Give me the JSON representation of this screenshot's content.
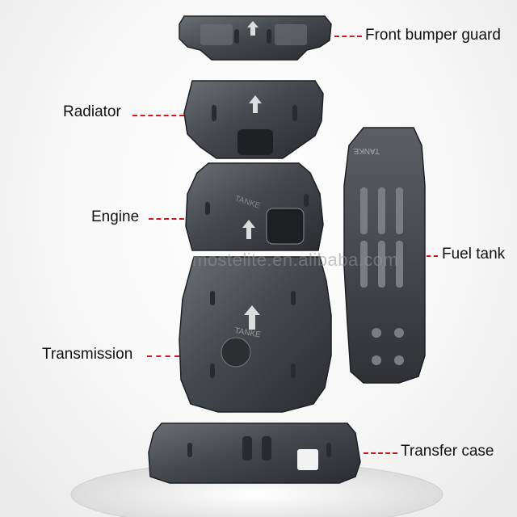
{
  "labels": {
    "front_bumper_guard": "Front bumper guard",
    "radiator": "Radiator",
    "engine": "Engine",
    "fuel_tank": "Fuel tank",
    "transmission": "Transmission",
    "transfer_case": "Transfer case"
  },
  "watermark": "mostelite.en.alibaba.com",
  "colors": {
    "label_text": "#111111",
    "leader_line": "#c81e1e",
    "plate_metal": "#4a4d52",
    "plate_dark": "#2c2e32"
  }
}
